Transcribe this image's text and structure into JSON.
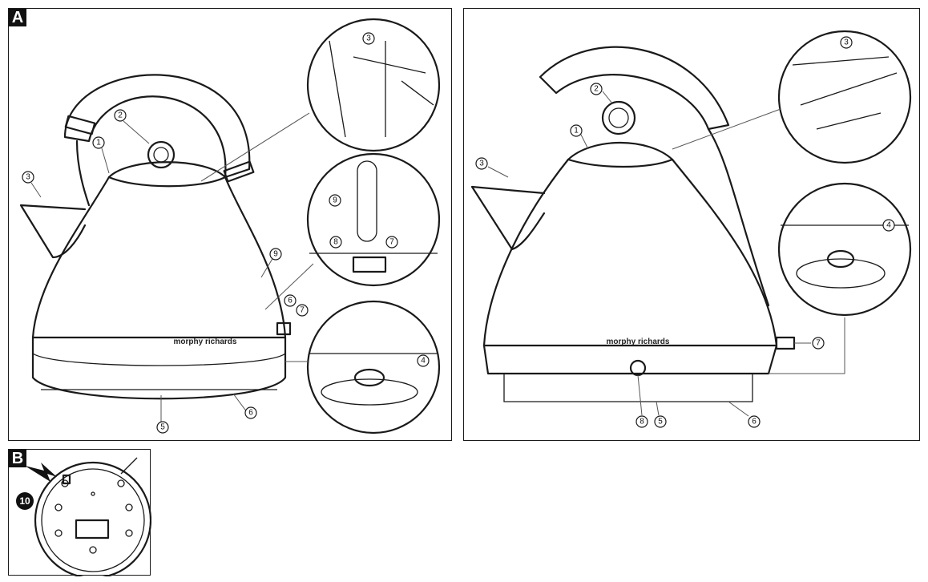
{
  "panels": {
    "a": {
      "tag": "A"
    },
    "b": {
      "tag": "B"
    }
  },
  "brand_text": "morphy richards",
  "callouts_a": [
    "1",
    "2",
    "3",
    "9",
    "6",
    "7",
    "5",
    "6",
    "3",
    "9",
    "8",
    "7",
    "4"
  ],
  "callouts_right": [
    "2",
    "1",
    "3",
    "7",
    "8",
    "5",
    "6",
    "3",
    "4"
  ],
  "badge_b": "10"
}
